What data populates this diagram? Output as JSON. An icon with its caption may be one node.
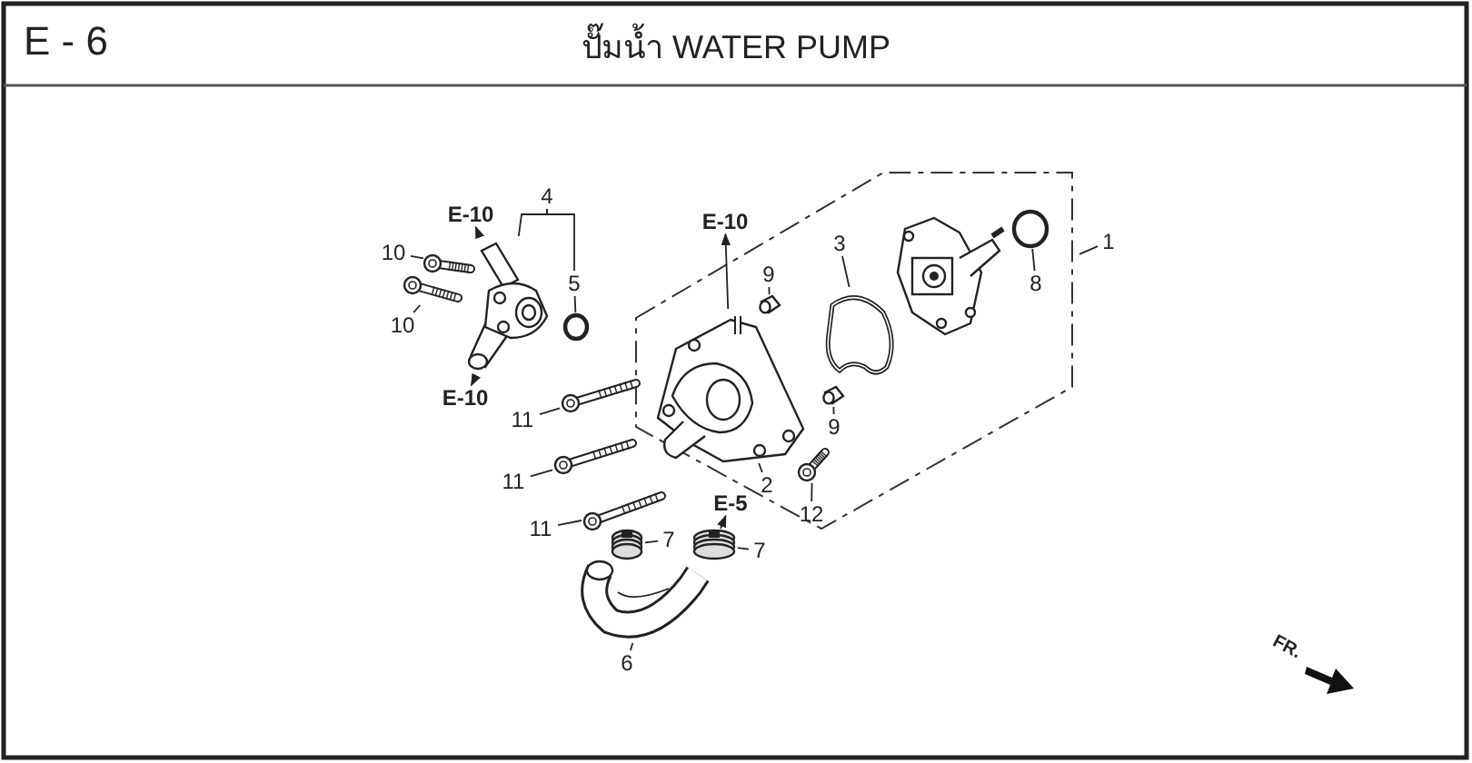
{
  "diagram": {
    "title": "ปั๊มน้ำ WATER PUMP",
    "nodes": [
      {
        "text": [
          "E-10"
        ]
      },
      {
        "text": [
          "4"
        ]
      },
      {
        "text": [
          "10"
        ]
      },
      {
        "text": [
          "5"
        ]
      },
      {
        "text": [
          "10"
        ]
      },
      {
        "text": [
          "E-10"
        ]
      },
      {
        "text": [
          "E-10"
        ]
      },
      {
        "text": [
          "3"
        ],
        "in": 21
      },
      {
        "text": [
          "9"
        ],
        "in": 21
      },
      {
        "text": [
          "1"
        ]
      },
      {
        "text": [
          "8"
        ],
        "in": 21
      },
      {
        "text": [
          "11"
        ]
      },
      {
        "text": [
          "9"
        ],
        "in": 21
      },
      {
        "text": [
          "2"
        ],
        "in": 21
      },
      {
        "text": [
          "11"
        ]
      },
      {
        "text": [
          "E-5"
        ]
      },
      {
        "text": [
          "12"
        ],
        "in": 21
      },
      {
        "text": [
          "11"
        ]
      },
      {
        "text": [
          "7"
        ]
      },
      {
        "text": [
          "7"
        ]
      },
      {
        "text": [
          "6"
        ]
      },
      {
        "text": [],
        "shape": "box"
      },
      {
        "text": [],
        "shape": "picture"
      },
      {
        "text": [],
        "shape": "picture"
      },
      {
        "text": [],
        "shape": "picture"
      },
      {
        "text": [],
        "shape": "circle"
      },
      {
        "text": [],
        "shape": "picture",
        "in": 21
      },
      {
        "text": [],
        "shape": "picture",
        "in": 21
      },
      {
        "text": [],
        "shape": "ring",
        "in": 21
      },
      {
        "text": [],
        "shape": "picture",
        "in": 21
      },
      {
        "text": [],
        "shape": "circle",
        "in": 21
      },
      {
        "text": [],
        "shape": "picture"
      },
      {
        "text": [],
        "shape": "picture",
        "in": 21
      },
      {
        "text": [],
        "shape": "picture"
      },
      {
        "text": [],
        "shape": "picture",
        "in": 21
      },
      {
        "text": [],
        "shape": "picture"
      },
      {
        "text": [],
        "shape": "coil"
      },
      {
        "text": [],
        "shape": "coil"
      },
      {
        "text": [],
        "shape": "picture"
      }
    ],
    "edges": [
      {
        "from": 22,
        "to": 0,
        "arrow": "to"
      },
      {
        "from": 1,
        "to": 22,
        "arrow": "none"
      },
      {
        "from": 1,
        "to": 3,
        "arrow": "none"
      },
      {
        "from": 2,
        "to": 23,
        "arrow": "none"
      },
      {
        "from": 3,
        "to": 25,
        "arrow": "none"
      },
      {
        "from": 4,
        "to": 24,
        "arrow": "none"
      },
      {
        "from": 22,
        "to": 5,
        "arrow": "to"
      },
      {
        "from": 26,
        "to": 6,
        "arrow": "to"
      },
      {
        "from": 7,
        "to": 28,
        "arrow": "none"
      },
      {
        "from": 8,
        "to": 27,
        "arrow": "none"
      },
      {
        "from": 9,
        "to": 21,
        "arrow": "none"
      },
      {
        "from": 10,
        "to": 30,
        "arrow": "none"
      },
      {
        "from": 11,
        "to": 31,
        "arrow": "none"
      },
      {
        "from": 12,
        "to": 32,
        "arrow": "none"
      },
      {
        "from": 13,
        "to": 26,
        "arrow": "none"
      },
      {
        "from": 14,
        "to": 33,
        "arrow": "none"
      },
      {
        "from": 37,
        "to": 15,
        "arrow": "to"
      },
      {
        "from": 16,
        "to": 34,
        "arrow": "none"
      },
      {
        "from": 17,
        "to": 35,
        "arrow": "none"
      },
      {
        "from": 18,
        "to": 36,
        "arrow": "none"
      },
      {
        "from": 19,
        "to": 37,
        "arrow": "none"
      },
      {
        "from": 20,
        "to": 38,
        "arrow": "none"
      }
    ],
    "labels": [
      "E - 6",
      "FR."
    ]
  }
}
